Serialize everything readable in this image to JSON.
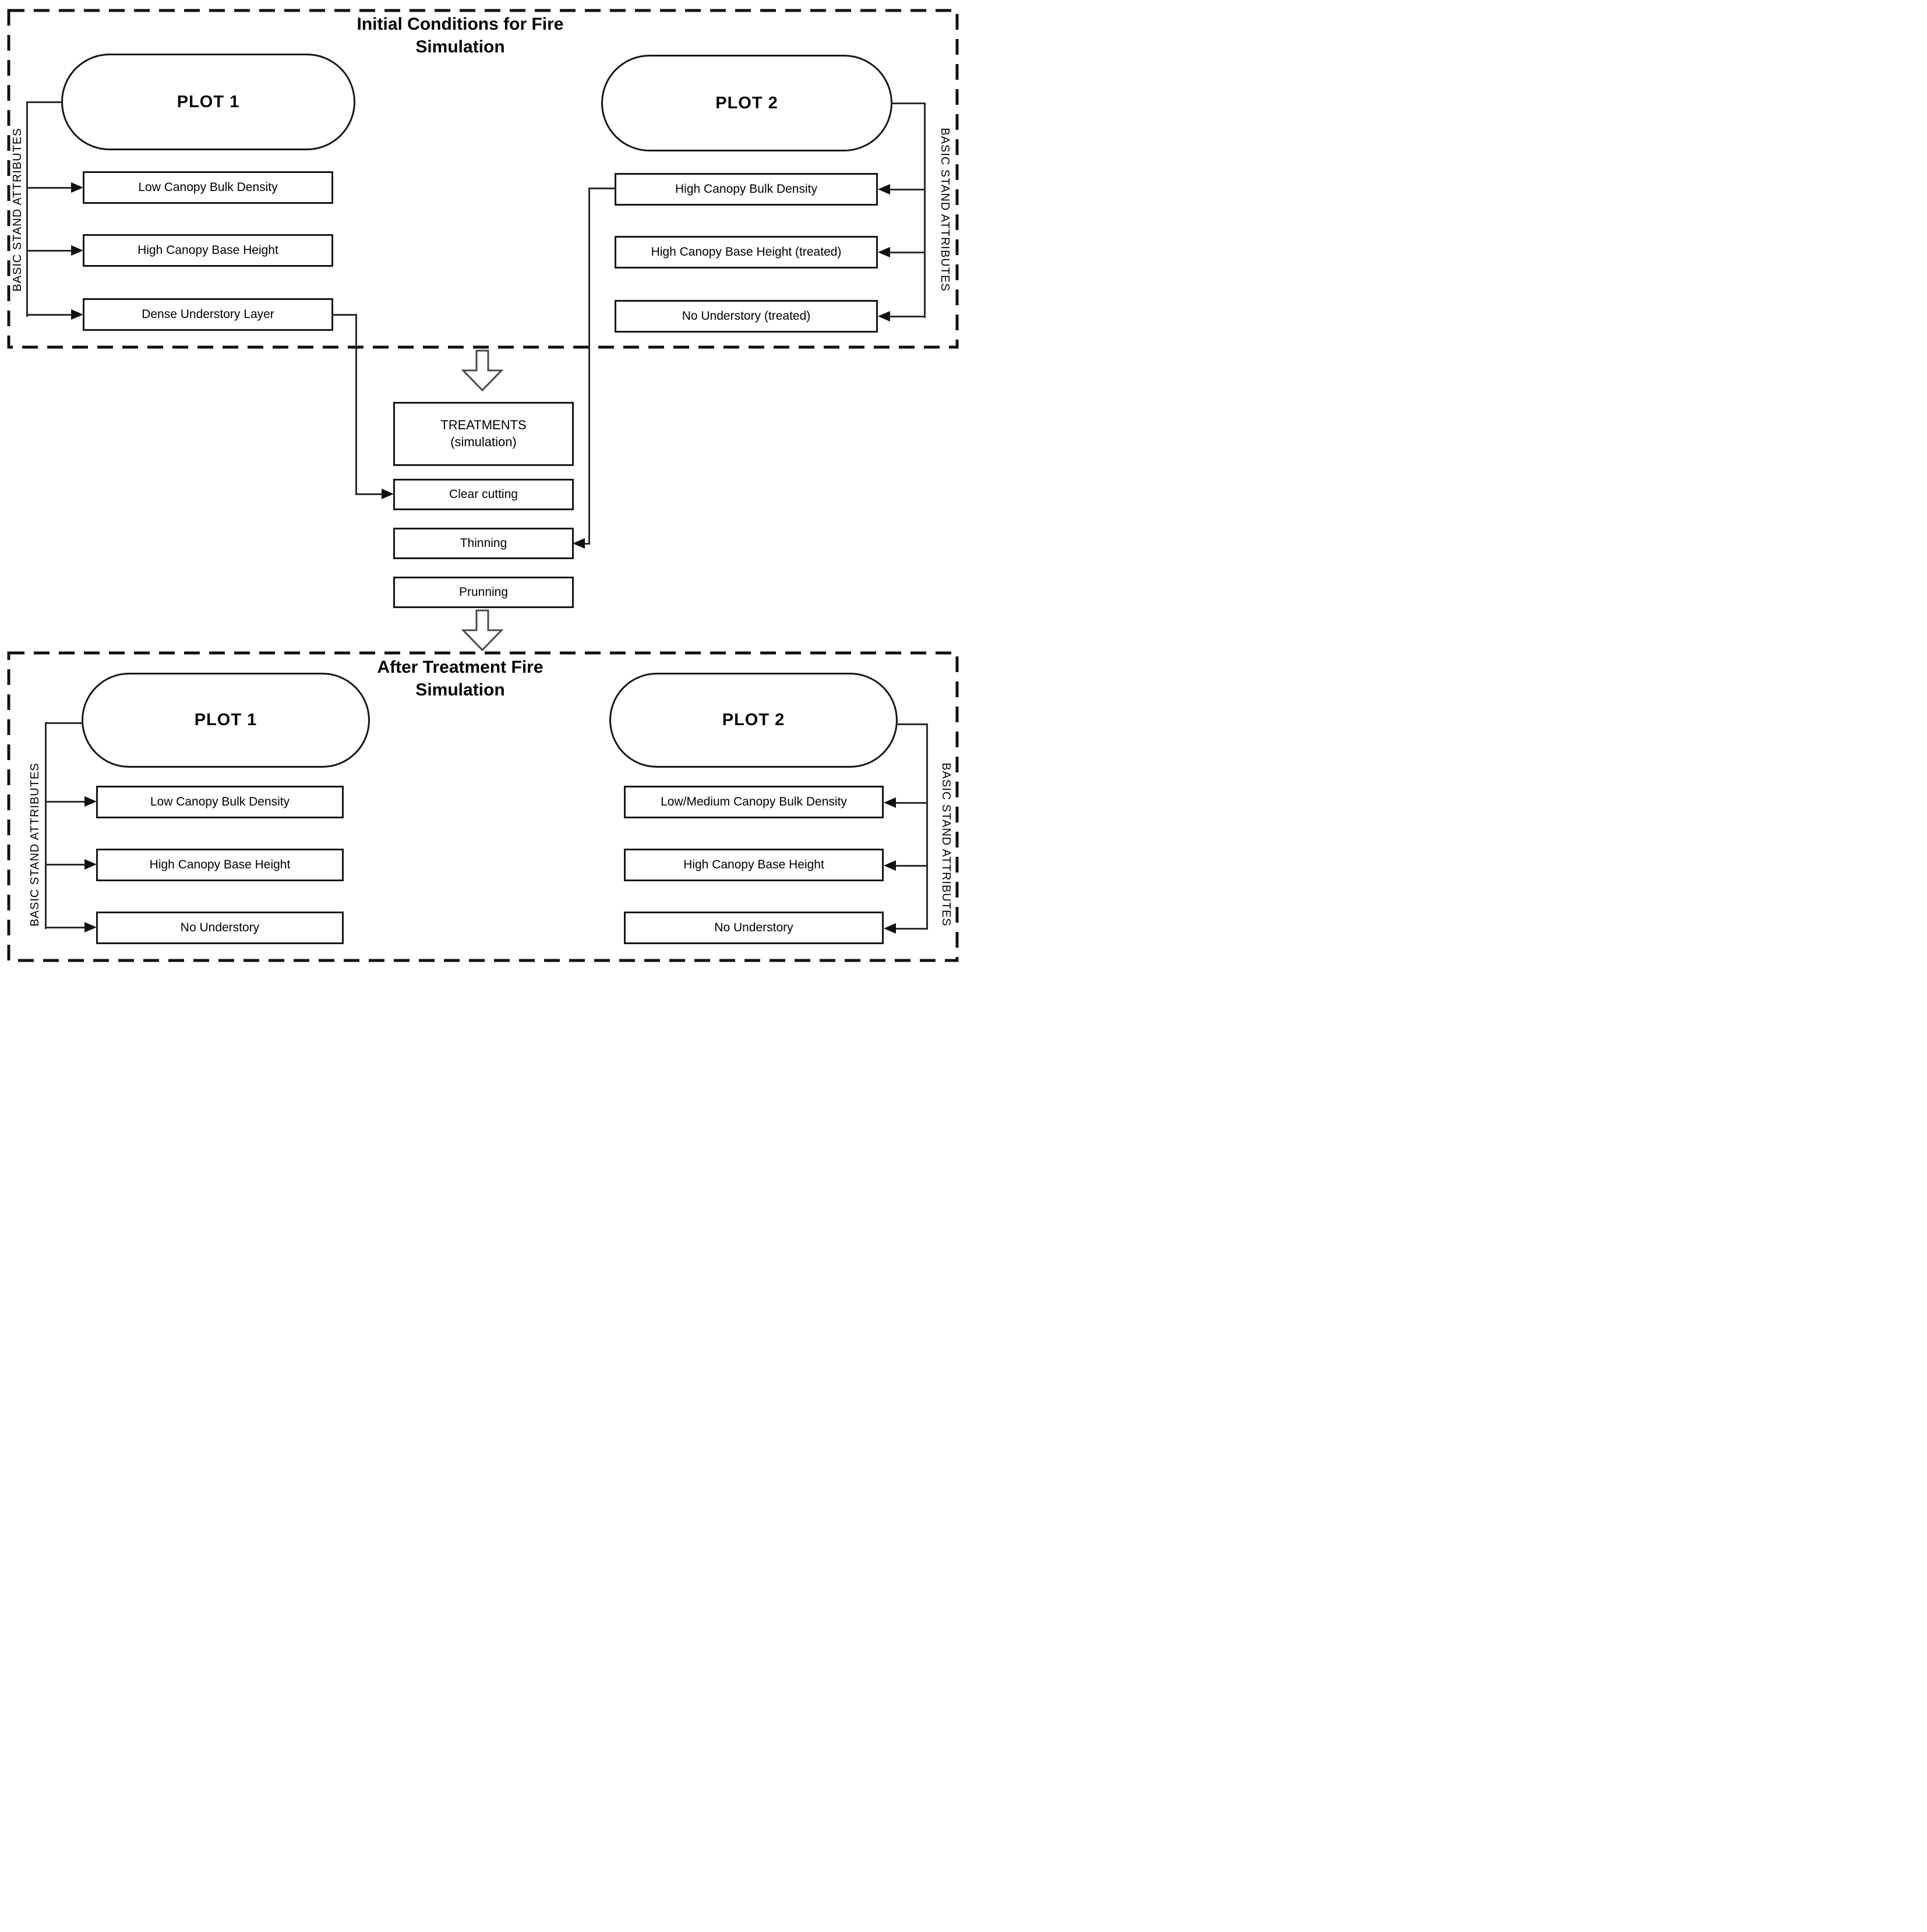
{
  "top_section": {
    "title_line1": "Initial Conditions for Fire",
    "title_line2": "Simulation",
    "plot1": {
      "label": "PLOT 1",
      "side_label": "BASIC STAND ATTRIBUTES",
      "attributes": [
        "Low Canopy Bulk Density",
        "High Canopy Base Height",
        "Dense Understory Layer"
      ]
    },
    "plot2": {
      "label": "PLOT 2",
      "side_label": "BASIC STAND ATTRIBUTES",
      "attributes": [
        "High Canopy Bulk Density",
        "High Canopy Base Height (treated)",
        "No Understory (treated)"
      ]
    }
  },
  "treatments": {
    "box_line1": "TREATMENTS",
    "box_line2": "(simulation)",
    "items": [
      "Clear cutting",
      "Thinning",
      "Prunning"
    ]
  },
  "bottom_section": {
    "title_line1": "After Treatment Fire",
    "title_line2": "Simulation",
    "plot1": {
      "label": "PLOT 1",
      "side_label": "BASIC STAND ATTRIBUTES",
      "attributes": [
        "Low Canopy Bulk Density",
        "High Canopy Base Height",
        "No Understory"
      ]
    },
    "plot2": {
      "label": "PLOT 2",
      "side_label": "BASIC STAND ATTRIBUTES",
      "attributes": [
        "Low/Medium Canopy Bulk Density",
        "High Canopy Base Height",
        "No Understory"
      ]
    }
  },
  "colors": {
    "ink": "#000000",
    "line": "#2b2b2b",
    "background": "#ffffff"
  }
}
